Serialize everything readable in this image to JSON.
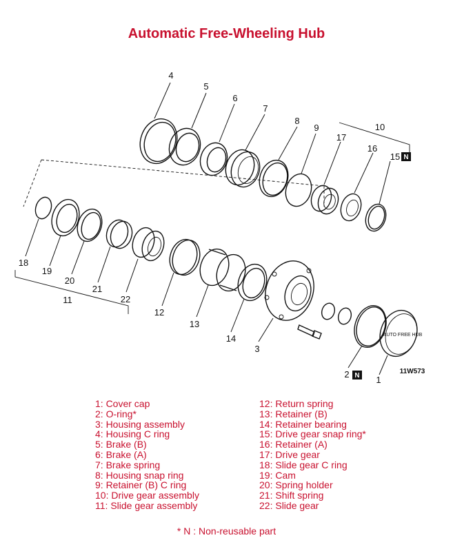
{
  "title": "Automatic Free-Wheeling Hub",
  "drawing_code": "11W573",
  "nonreusable_mark": "N",
  "cap_text": "AUTO FREE HUB",
  "callouts": [
    {
      "id": "c4",
      "text": "4"
    },
    {
      "id": "c5",
      "text": "5"
    },
    {
      "id": "c6",
      "text": "6"
    },
    {
      "id": "c7",
      "text": "7"
    },
    {
      "id": "c8",
      "text": "8"
    },
    {
      "id": "c9",
      "text": "9"
    },
    {
      "id": "c10",
      "text": "10"
    },
    {
      "id": "c17",
      "text": "17"
    },
    {
      "id": "c16",
      "text": "16"
    },
    {
      "id": "c15",
      "text": "15"
    },
    {
      "id": "c18",
      "text": "18"
    },
    {
      "id": "c19",
      "text": "19"
    },
    {
      "id": "c20",
      "text": "20"
    },
    {
      "id": "c21",
      "text": "21"
    },
    {
      "id": "c22",
      "text": "22"
    },
    {
      "id": "c11",
      "text": "11"
    },
    {
      "id": "c12",
      "text": "12"
    },
    {
      "id": "c13",
      "text": "13"
    },
    {
      "id": "c14",
      "text": "14"
    },
    {
      "id": "c3",
      "text": "3"
    },
    {
      "id": "c2",
      "text": "2"
    },
    {
      "id": "c1",
      "text": "1"
    }
  ],
  "legend_left": [
    "1: Cover cap",
    "2: O-ring*",
    "3: Housing assembly",
    "4: Housing C ring",
    "5: Brake (B)",
    "6: Brake (A)",
    "7: Brake spring",
    "8: Housing snap ring",
    "9: Retainer (B) C ring",
    "10: Drive gear assembly",
    "11: Slide gear assembly"
  ],
  "legend_right": [
    "12: Return spring",
    "13: Retainer (B)",
    "14: Retainer bearing",
    "15: Drive gear snap ring*",
    "16: Retainer (A)",
    "17: Drive gear",
    "18: Slide gear C ring",
    "19: Cam",
    "20: Spring holder",
    "21: Shift spring",
    "22: Slide gear"
  ],
  "footnote": "* N : Non-reusable part",
  "colors": {
    "accent": "#c8102e",
    "ink": "#111111"
  }
}
